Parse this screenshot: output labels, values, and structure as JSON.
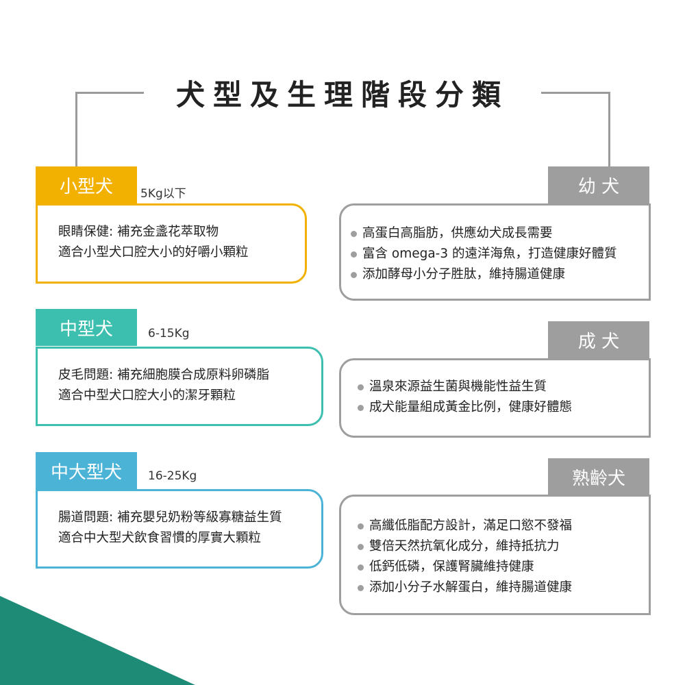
{
  "title": "犬型及生理階段分類",
  "sizes": [
    {
      "label": "小型犬",
      "weight": "5Kg以下",
      "color": "#F2B100",
      "lines": [
        "眼睛保健: 補充金盞花萃取物",
        "適合小型犬口腔大小的好嚼小顆粒"
      ]
    },
    {
      "label": "中型犬",
      "weight": "6-15Kg",
      "color": "#3CBFAE",
      "lines": [
        "皮毛問題: 補充細胞膜合成原料卵磷脂",
        "適合中型犬口腔大小的潔牙顆粒"
      ]
    },
    {
      "label": "中大型犬",
      "weight": "16-25Kg",
      "color": "#4BB3D6",
      "lines": [
        "腸道問題: 補充嬰兒奶粉等級寡糖益生質",
        "適合中大型犬飲食習慣的厚實大顆粒"
      ]
    }
  ],
  "stages": [
    {
      "label": "幼 犬",
      "items": [
        "高蛋白高脂肪，供應幼犬成長需要",
        "富含 omega-3 的遠洋海魚，打造健康好體質",
        "添加酵母小分子胜肽，維持腸道健康"
      ]
    },
    {
      "label": "成 犬",
      "items": [
        "溫泉來源益生菌與機能性益生質",
        "成犬能量組成黃金比例，健康好體態"
      ]
    },
    {
      "label": "熟齡犬",
      "items": [
        "高纖低脂配方設計，滿足口慾不發福",
        "雙倍天然抗氧化成分，維持抵抗力",
        "低鈣低磷，保護腎臟維持健康",
        "添加小分子水解蛋白，維持腸道健康"
      ]
    }
  ]
}
